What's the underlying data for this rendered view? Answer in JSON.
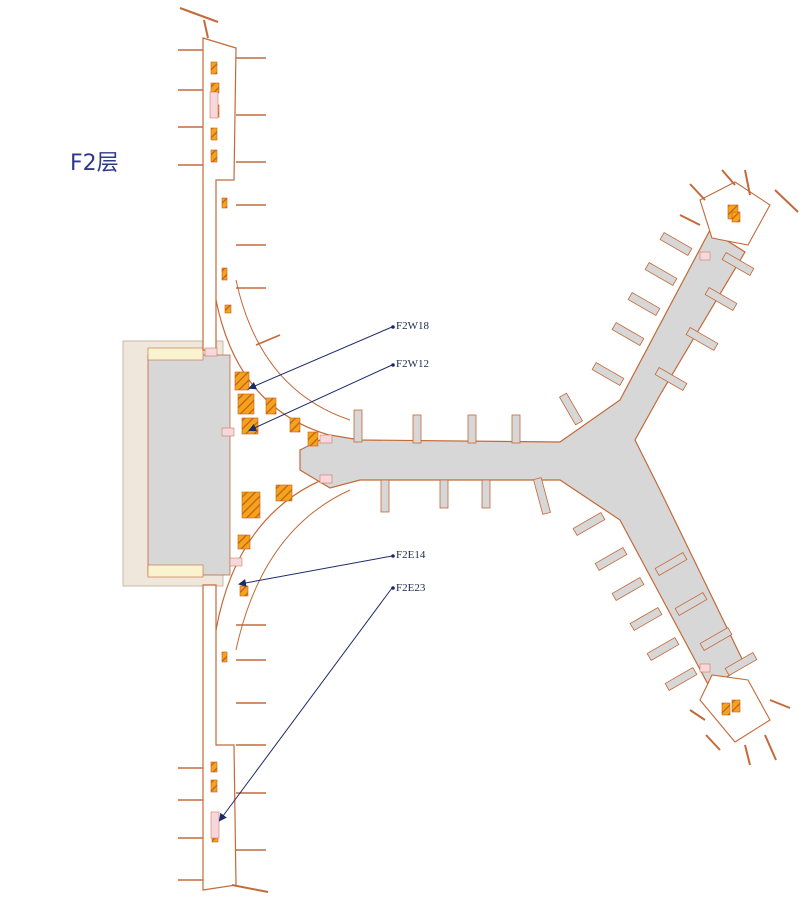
{
  "floor": {
    "label": "F2层"
  },
  "callouts": [
    {
      "id": "F2W18"
    },
    {
      "id": "F2W12"
    },
    {
      "id": "F2E14"
    },
    {
      "id": "F2E23"
    }
  ],
  "colors": {
    "concourse": "#d7d7d7",
    "outline": "#c26a3a",
    "terminal_bg": "#efe7dc",
    "shop_fill": "#f2a51a",
    "shop_stripe": "#c85a1e",
    "pink_box": "#f7d7dd",
    "callout_line": "#1d2a6a"
  }
}
